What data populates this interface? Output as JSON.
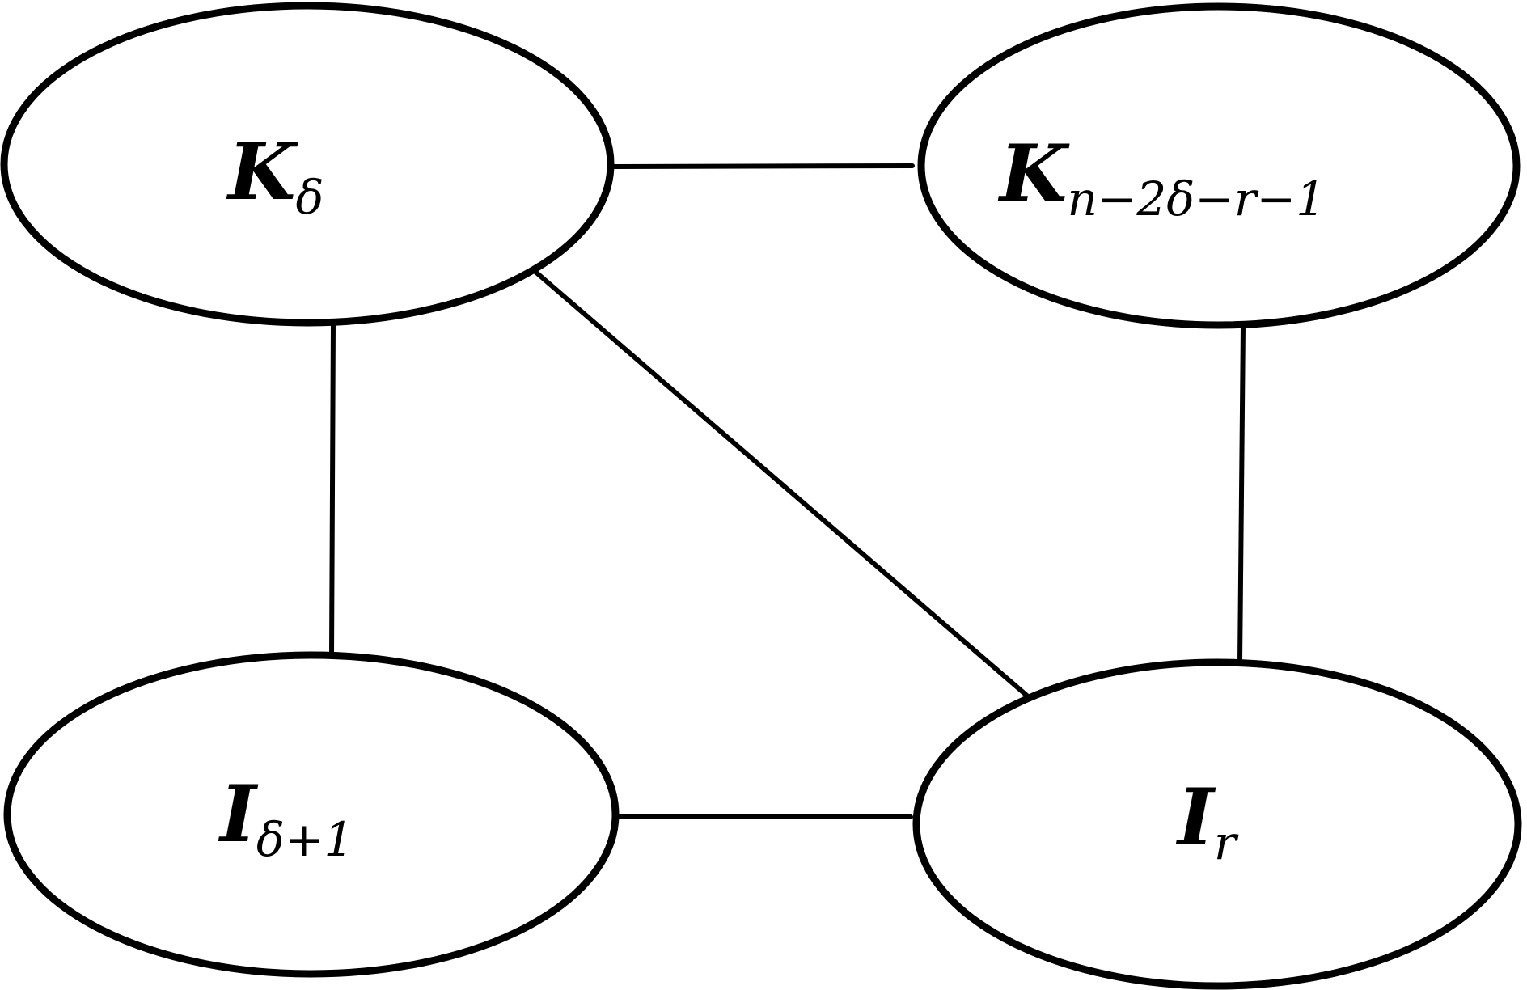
{
  "nodes": [
    {
      "id": "k-delta",
      "main": "K",
      "sub": "δ"
    },
    {
      "id": "k-n-2delta-r-1",
      "main": "K",
      "sub": "n−2δ−r−1"
    },
    {
      "id": "i-delta-plus-1",
      "main": "I",
      "sub": "δ+1"
    },
    {
      "id": "i-r",
      "main": "I",
      "sub": "r"
    }
  ],
  "edges": [
    {
      "from": "k-delta",
      "to": "k-n-2delta-r-1"
    },
    {
      "from": "k-delta",
      "to": "i-delta-plus-1"
    },
    {
      "from": "k-delta",
      "to": "i-r"
    },
    {
      "from": "k-n-2delta-r-1",
      "to": "i-r"
    },
    {
      "from": "i-delta-plus-1",
      "to": "i-r"
    }
  ]
}
